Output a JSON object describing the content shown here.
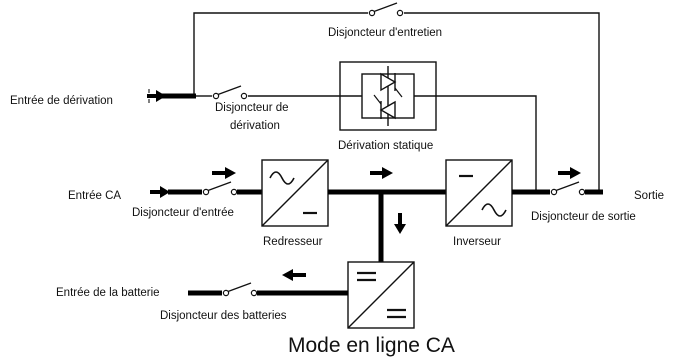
{
  "diagram": {
    "title": "Mode en ligne CA",
    "labels": {
      "maintenance_breaker": "Disjoncteur d'entretien",
      "bypass_input": "Entrée de dérivation",
      "bypass_breaker_line1": "Disjoncteur de",
      "bypass_breaker_line2": "dérivation",
      "static_bypass": "Dérivation statique",
      "ac_input": "Entrée CA",
      "input_breaker": "Disjoncteur d'entrée",
      "rectifier": "Redresseur",
      "inverter": "Inverseur",
      "output": "Sortie",
      "output_breaker": "Disjoncteur de sortie",
      "battery_input": "Entrée de la batterie",
      "battery_breaker": "Disjoncteur des batteries"
    },
    "colors": {
      "line": "#000000",
      "background": "#ffffff"
    },
    "icons": [
      "flow-arrow-icon",
      "switch-icon",
      "sine-wave-icon",
      "dc-symbol-icon",
      "thyristor-icon"
    ]
  }
}
